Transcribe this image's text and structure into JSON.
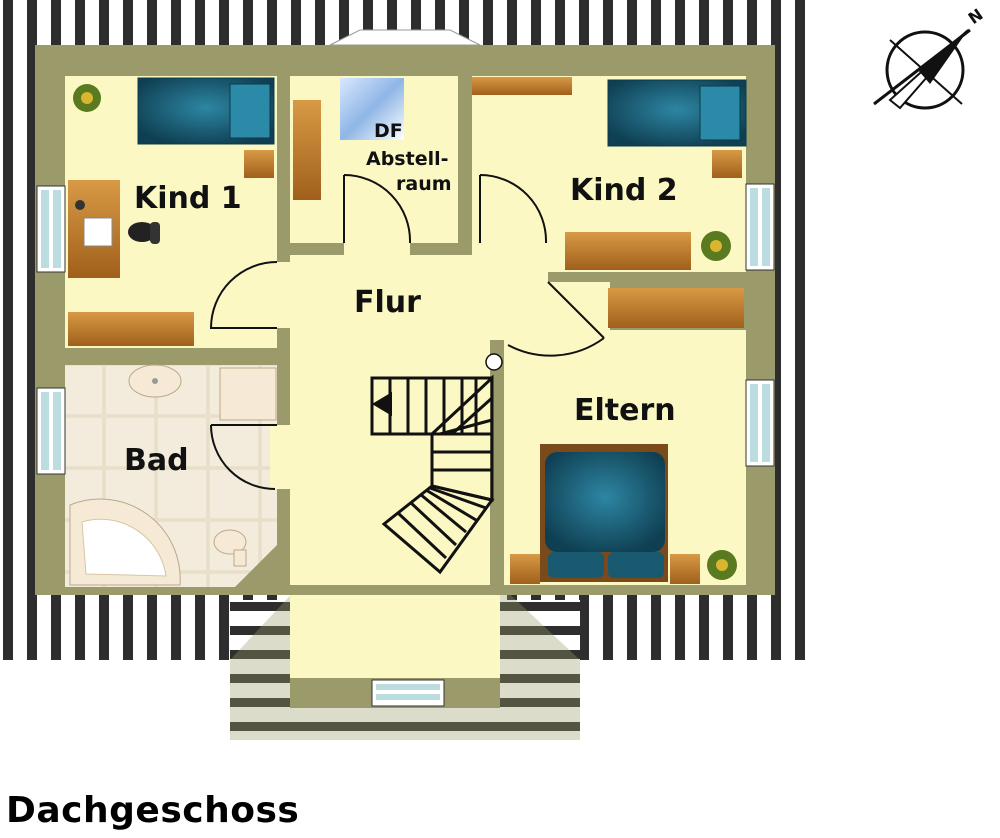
{
  "floor": {
    "title": "Dachgeschoss",
    "compass_label": "N"
  },
  "rooms": {
    "kind1": "Kind 1",
    "kind2": "Kind 2",
    "flur": "Flur",
    "eltern": "Eltern",
    "bad": "Bad",
    "abstell_df": "DF",
    "abstell_line1": "Abstell-",
    "abstell_line2": "raum"
  },
  "colors": {
    "floor": "#fbf8c4",
    "wall": "#9b9a6a",
    "roof": "#2b2b2b",
    "wood": "#c07a26",
    "bed": "#1e6b85",
    "window": "#bcdde0"
  }
}
